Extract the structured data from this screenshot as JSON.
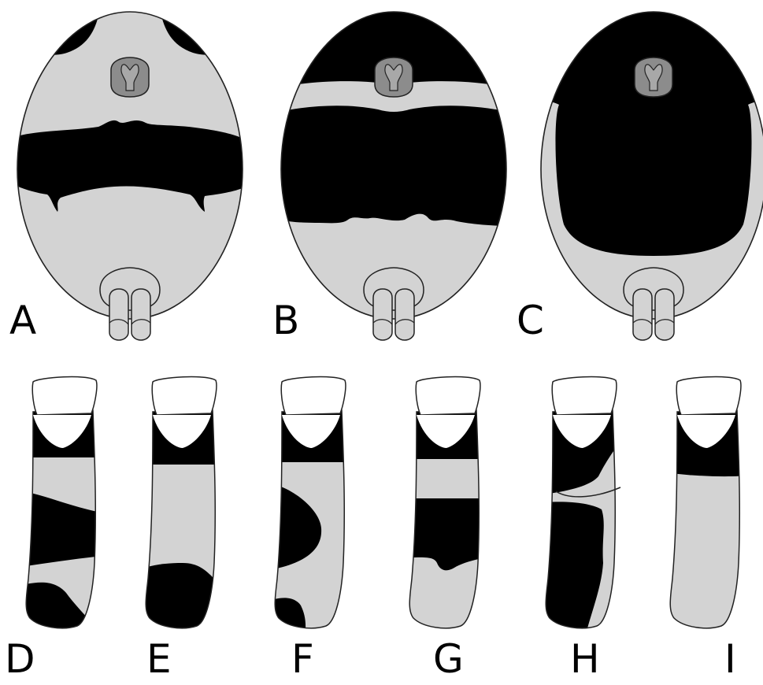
{
  "panels": {
    "top": [
      {
        "label": "A"
      },
      {
        "label": "B"
      },
      {
        "label": "C"
      }
    ],
    "bottom": [
      {
        "label": "D"
      },
      {
        "label": "E"
      },
      {
        "label": "F"
      },
      {
        "label": "G"
      },
      {
        "label": "H"
      },
      {
        "label": "I"
      }
    ]
  },
  "colors": {
    "pattern_dark": "#000000",
    "base_light": "#d3d3d3",
    "outline": "#222222",
    "spinneret_fill": "#8c8c8c",
    "cap_fill": "#ffffff"
  }
}
